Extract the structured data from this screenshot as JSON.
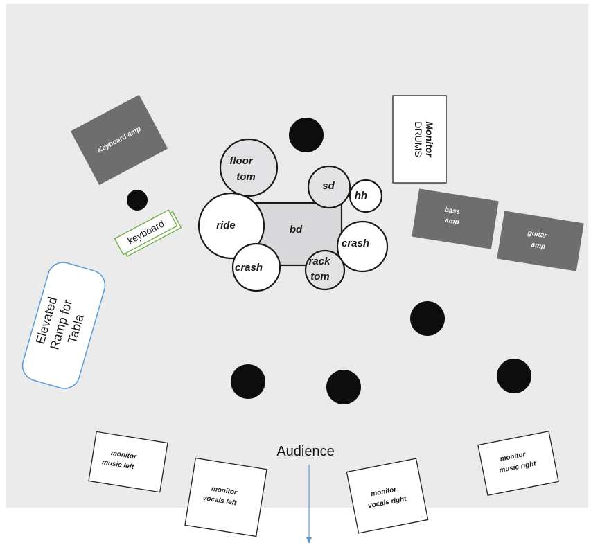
{
  "drum_kit": {
    "floor_tom": [
      "floor",
      "tom"
    ],
    "sd": "sd",
    "hh": "hh",
    "ride": "ride",
    "bd": "bd",
    "crash_left": "crash",
    "crash_right": "crash",
    "rack_tom": [
      "rack",
      "tom"
    ]
  },
  "monitor_drums": [
    "Monitor",
    "DRUMS"
  ],
  "amps": {
    "keyboard": "Keyboard amp",
    "bass": [
      "bass",
      "amp"
    ],
    "guitar": [
      "guitar",
      "amp"
    ]
  },
  "keyboard": "keyboard",
  "ramp": [
    "Elevated",
    "Ramp for",
    "Tabla"
  ],
  "audience": "Audience",
  "monitors": {
    "music_left": [
      "monitor",
      "music left"
    ],
    "vocals_left": [
      "monitor",
      "vocals  left"
    ],
    "vocals_right": [
      "monitor",
      "vocals right"
    ],
    "music_right": [
      "monitor",
      "music right"
    ]
  },
  "colors": {
    "stage_floor": "#ebebeb",
    "amp": "#6e6e6e",
    "drum": "#e3e3e6",
    "performer_dot": "#0d0d0d",
    "keyboard_outline": "#70ad47",
    "ramp_outline": "#5b9bd5",
    "audience_arrow": "#5b9bd5"
  }
}
